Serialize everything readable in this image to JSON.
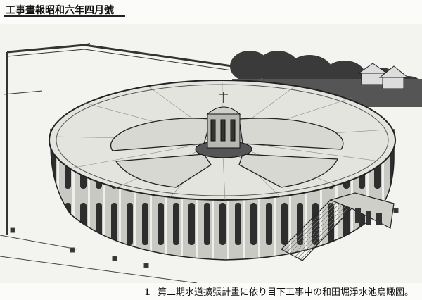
{
  "header": {
    "title": "工事畫報昭和六年四月號"
  },
  "figure": {
    "number": "1",
    "caption": "第二期水道擴張計畫に依り目下工事中の和田堀淨水池鳥瞰圖。"
  }
}
